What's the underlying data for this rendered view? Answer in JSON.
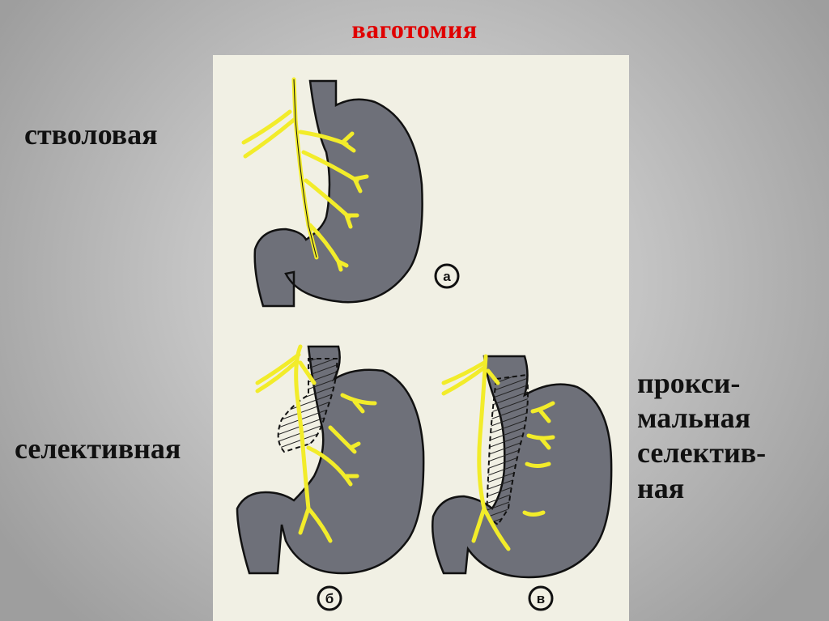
{
  "slide": {
    "title": "ваготомия",
    "labels": {
      "truncal": "стволовая",
      "selective": "селективная",
      "proximal_selective_lines": [
        "прокси-",
        "мальная",
        "селектив-",
        "ная"
      ]
    },
    "figure": {
      "panels": [
        {
          "id": "a",
          "marker": "а",
          "caption": "стволовая"
        },
        {
          "id": "b",
          "marker": "б",
          "caption": "селективная"
        },
        {
          "id": "c",
          "marker": "в",
          "caption": "проксимальная селективная"
        }
      ]
    },
    "colors": {
      "title": "#e00000",
      "stomach": "#6e7079",
      "nerve": "#f2ec2a",
      "panel_bg": "#f1f0e4"
    }
  }
}
